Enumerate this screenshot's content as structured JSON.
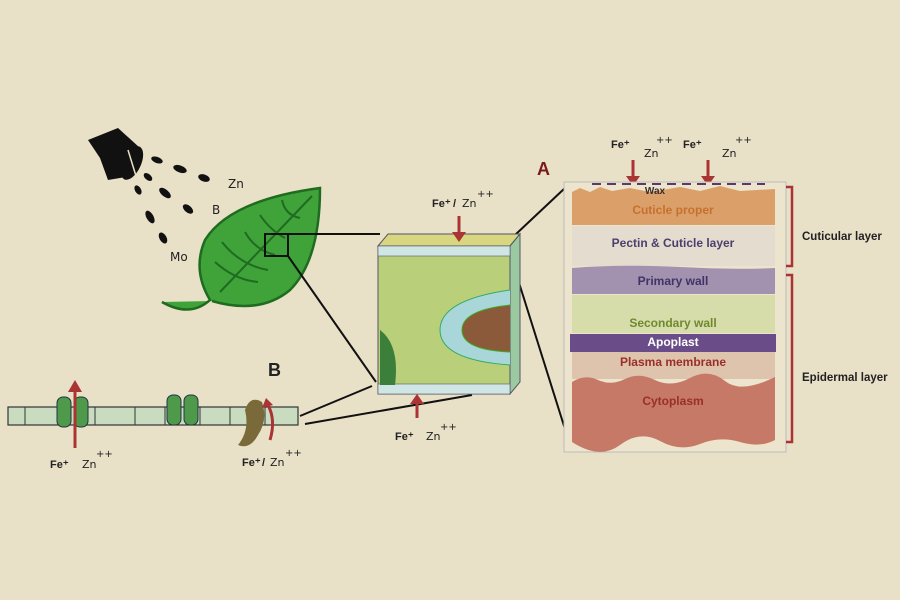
{
  "spray": {
    "elements": [
      "Zn",
      "B",
      "Mo"
    ]
  },
  "labels": {
    "A": "A",
    "B": "B"
  },
  "ions": {
    "fe": "Fe⁺",
    "zn": "Zn",
    "zn_charge": "++",
    "slash": "/"
  },
  "layers": [
    {
      "label": "Wax",
      "color": "#3a2a2a"
    },
    {
      "label": "Cuticle proper",
      "color": "#c7702e"
    },
    {
      "label": "Pectin & Cuticle layer",
      "color": "#4b3f6e"
    },
    {
      "label": "Primary wall",
      "color": "#3f3466"
    },
    {
      "label": "Secondary wall",
      "color": "#6f8a2e"
    },
    {
      "label": "Apoplast",
      "color": "#ffffff"
    },
    {
      "label": "Plasma membrane",
      "color": "#9a2f2a"
    },
    {
      "label": "Cytoplasm",
      "color": "#9a2f2a"
    }
  ],
  "groups": {
    "cuticular": "Cuticular layer",
    "epidermal": "Epidermal layer"
  }
}
